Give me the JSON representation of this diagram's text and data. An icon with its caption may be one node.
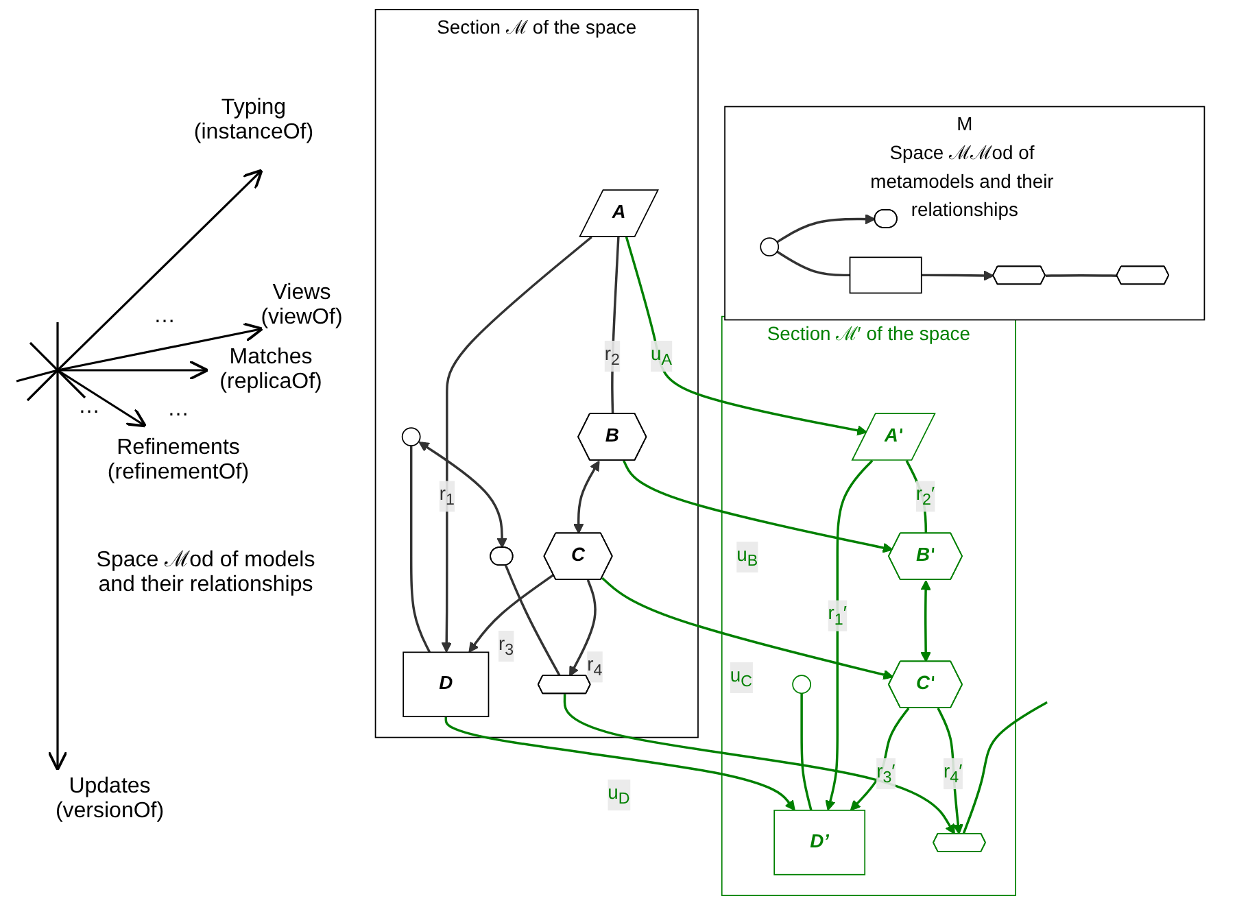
{
  "diagram": {
    "nodes": [
      {
        "text": [
          "M",
          "Space ℳℳod of metamodels and their relationships"
        ]
      },
      {
        "text": [],
        "shape": "circle",
        "in": 0
      },
      {
        "text": [],
        "shape": "ellipse",
        "in": 0
      },
      {
        "text": [],
        "shape": "cross",
        "in": 0
      },
      {
        "text": [],
        "shape": "octagon",
        "in": 0
      },
      {
        "text": [],
        "shape": "octagon",
        "in": 0
      },
      {
        "text": [
          "Section ℳ of the space"
        ]
      },
      {
        "text": [],
        "shape": "circle",
        "in": 6
      },
      {
        "text": [],
        "shape": "ellipse",
        "in": 6
      },
      {
        "text": [
          "A"
        ],
        "in": 6
      },
      {
        "text": [
          "D"
        ],
        "in": 6
      },
      {
        "text": [
          "B"
        ],
        "in": 6
      },
      {
        "text": [
          "C"
        ],
        "in": 6
      },
      {
        "text": [],
        "shape": "octagon",
        "in": 6
      },
      {
        "text": [
          "Section ℳ′ of the space"
        ]
      },
      {
        "text": [],
        "shape": "circle",
        "in": 14
      },
      {
        "text": [
          "A′"
        ],
        "in": 14
      },
      {
        "text": [
          "D’"
        ],
        "in": 14
      },
      {
        "text": [
          "B′"
        ],
        "in": 14
      },
      {
        "text": [
          "C′"
        ],
        "in": 14
      },
      {
        "text": [],
        "shape": "octagon",
        "in": 14
      }
    ],
    "edges": [
      {
        "from": 1,
        "to": 2,
        "arrow": "to"
      },
      {
        "from": 1,
        "to": 3,
        "arrow": "none"
      },
      {
        "from": 3,
        "to": 4,
        "arrow": "to"
      },
      {
        "from": 4,
        "to": 5,
        "arrow": "none"
      },
      {
        "from": 7,
        "to": 8,
        "arrow": "both"
      },
      {
        "from": 7,
        "to": 10,
        "arrow": "none"
      },
      {
        "from": 8,
        "to": 13,
        "arrow": "none"
      },
      {
        "from": 9,
        "to": 10,
        "arrow": "to",
        "label": "r$_{1}$"
      },
      {
        "from": 9,
        "to": 11,
        "arrow": "none",
        "label": "r$_{2}$"
      },
      {
        "from": 11,
        "to": 12,
        "arrow": "both"
      },
      {
        "from": 12,
        "to": 10,
        "arrow": "to",
        "label": "r$_{3}$"
      },
      {
        "from": 12,
        "to": 13,
        "arrow": "to",
        "label": "r$_{4}$"
      },
      {
        "from": 10,
        "to": 17,
        "arrow": "to",
        "label": "u$_{D}$",
        "color": "#008000"
      },
      {
        "from": 9,
        "to": 16,
        "arrow": "to",
        "label": "u$_{A}$",
        "color": "#008000"
      },
      {
        "from": 11,
        "to": 18,
        "arrow": "to",
        "label": "u$_{B}$",
        "color": "#008000"
      },
      {
        "from": 12,
        "to": 19,
        "arrow": "to",
        "label": "u$_{C}$",
        "color": "#008000"
      },
      {
        "from": 13,
        "to": 20,
        "arrow": "to",
        "color": "#008000"
      },
      {
        "from": 15,
        "to": 17,
        "arrow": "none",
        "color": "#008000"
      },
      {
        "from": 16,
        "to": 17,
        "arrow": "to",
        "label": "r$_{1}$′",
        "color": "#008000"
      },
      {
        "from": 16,
        "to": 18,
        "arrow": "none",
        "label": "r$_{2}$′",
        "color": "#008000"
      },
      {
        "from": 18,
        "to": 19,
        "arrow": "both",
        "color": "#008000"
      },
      {
        "from": 19,
        "to": 17,
        "arrow": "to",
        "label": "r$_{3}$′",
        "color": "#008000"
      },
      {
        "from": 19,
        "to": 20,
        "arrow": "to",
        "label": "r$_{4}$′",
        "color": "#008000"
      },
      {
        "from": null,
        "to": 20,
        "arrow": "none",
        "color": "#008000"
      }
    ],
    "labels": [
      "Typing (instanceOf)",
      "…",
      "Views (viewOf)",
      "Matches (replicaOf)",
      "…",
      "…",
      "Refinements (refinementOf)",
      "Space ℳod of models and their relationships",
      "Updates (versionOf)"
    ]
  }
}
